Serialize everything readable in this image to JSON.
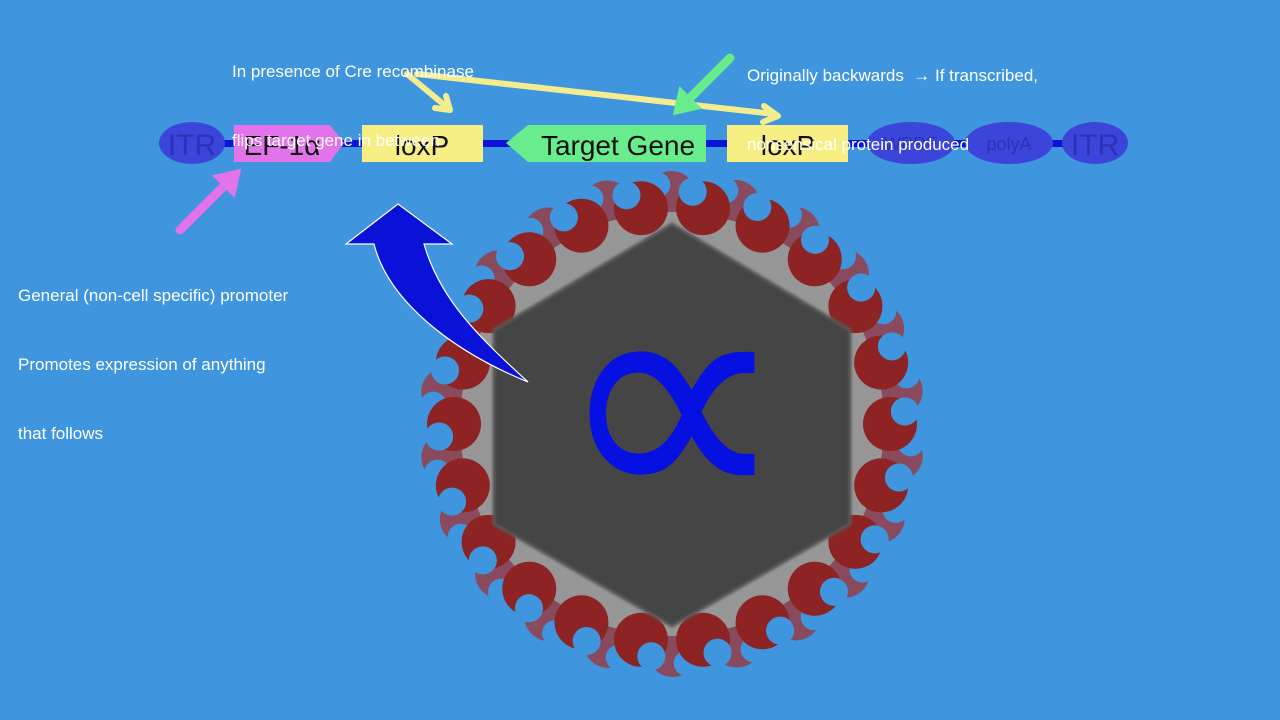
{
  "construct": {
    "itr_left": "ITR",
    "promoter": "EF-1α",
    "loxp_left": "loxP",
    "target_gene": "Target Gene",
    "loxp_right": "loxP",
    "wpre": "WPRE",
    "polya": "polyA",
    "itr_right": "ITR"
  },
  "annotations": {
    "cre": [
      "In presence of Cre recombinase",
      "flips target gene in between"
    ],
    "orientation": [
      "Originally backwards  → If transcribed,",
      "nonsensical protein produced"
    ],
    "promoter": [
      "General (non-cell specific) promoter",
      "Promotes expression of anything",
      "that follows"
    ]
  },
  "virus": {
    "symbol": "∝"
  },
  "colors": {
    "background": "#3f95de",
    "backbone": "#0b14d6",
    "itr": "#3b45d9",
    "promoter": "#e273ea",
    "loxp": "#f7ee84",
    "target_gene": "#68ec8c",
    "capsid_ring": "#979797",
    "capsid_core": "#444444",
    "spike_dark": "#8d2323",
    "spike_light": "#8a4a5e",
    "symbol": "#0610e0"
  }
}
